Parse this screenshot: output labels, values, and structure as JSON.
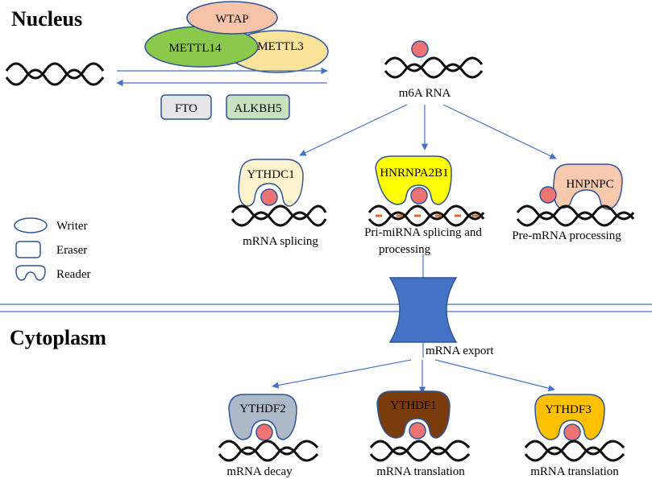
{
  "sections": {
    "nucleus": "Nucleus",
    "cytoplasm": "Cytoplasm"
  },
  "writers": {
    "wtap": "WTAP",
    "mettl14": "METTL14",
    "mettl3": "METTL3"
  },
  "erasers": {
    "fto": "FTO",
    "alkbh5": "ALKBH5"
  },
  "m6a_rna_label": "m6A RNA",
  "nuclear_readers": {
    "ythdc1": {
      "name": "YTHDC1",
      "function": "mRNA splicing"
    },
    "hnrnpa2b1": {
      "name": "HNRNPA2B1",
      "function_line1": "Pri-miRNA splicing and",
      "function_line2": "processing"
    },
    "hnpnpc": {
      "name": "HNPNPC",
      "function": "Pre-mRNA processing"
    }
  },
  "legend": {
    "writer": "Writer",
    "eraser": "Eraser",
    "reader": "Reader"
  },
  "export_label": "mRNA export",
  "cytoplasm_readers": {
    "ythdf2": {
      "name": "YTHDF2",
      "function": "mRNA decay"
    },
    "ythdf1": {
      "name": "YTHDF1",
      "function": "mRNA translation"
    },
    "ythdf3": {
      "name": "YTHDF3",
      "function": "mRNA translation"
    }
  },
  "colors": {
    "wtap": "#f6c3a9",
    "mettl14": "#8ac94b",
    "mettl3": "#fbe49a",
    "fto": "#e6e6e8",
    "alkbh5": "#c9e1bf",
    "ythdc1": "#fdf3cc",
    "hnrnpa2b1": "#ffff00",
    "hnpnpc": "#f8c9ad",
    "ythdf2": "#adb8c9",
    "ythdf1": "#7a3b0d",
    "ythdf3": "#ffc000",
    "methyl_dot": "#ee7474",
    "arrow": "#4472c4",
    "pore": "#4472c4",
    "outline": "#2f5597",
    "rna": "#111111",
    "rna_highlight": "#d96b2b"
  }
}
